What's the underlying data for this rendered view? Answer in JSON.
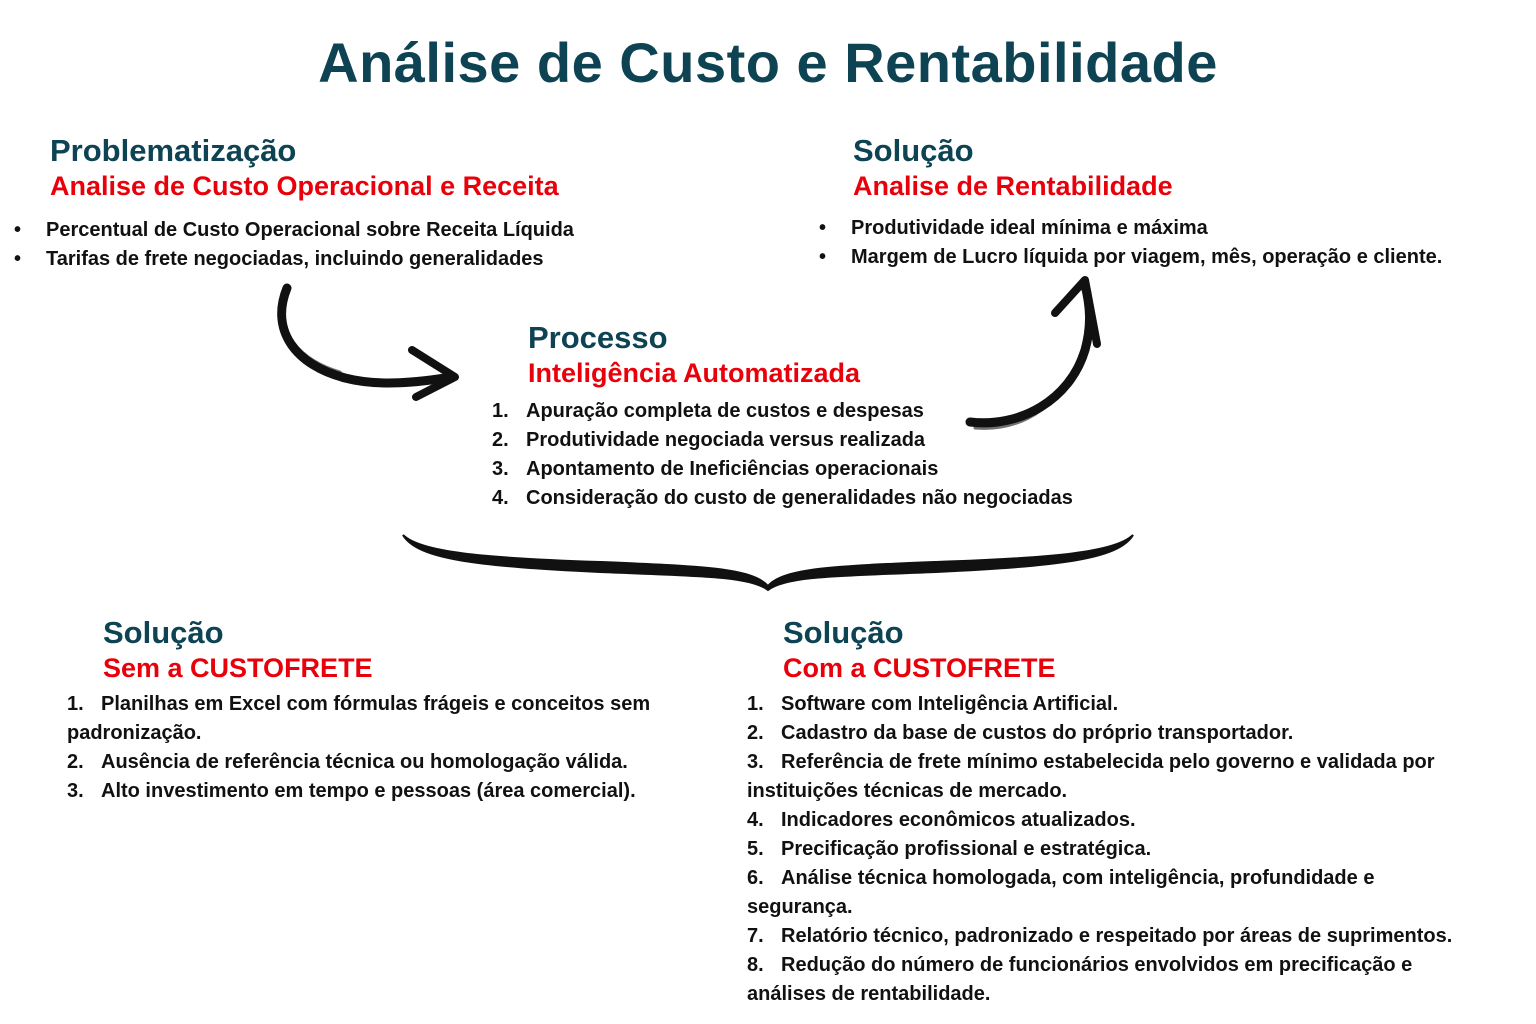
{
  "title": "Análise de Custo e Rentabilidade",
  "problem": {
    "heading": "Problematização",
    "subheading": "Analise de Custo Operacional e Receita",
    "items": [
      "Percentual de Custo Operacional sobre Receita Líquida",
      "Tarifas de frete negociadas, incluindo generalidades"
    ]
  },
  "solution_top": {
    "heading": "Solução",
    "subheading": "Analise de Rentabilidade",
    "items": [
      "Produtividade ideal mínima e máxima",
      "Margem de Lucro líquida por viagem, mês, operação e cliente."
    ]
  },
  "process": {
    "heading": "Processo",
    "subheading": "Inteligência Automatizada",
    "items": [
      {
        "num": "1.",
        "text": "Apuração completa de custos e despesas"
      },
      {
        "num": "2.",
        "text": "Produtividade negociada versus realizada"
      },
      {
        "num": "3.",
        "text": "Apontamento de Ineficiências operacionais"
      },
      {
        "num": "4.",
        "text": "Consideração do custo de generalidades não negociadas"
      }
    ]
  },
  "without": {
    "heading": "Solução",
    "subheading": "Sem a CUSTOFRETE",
    "items": [
      {
        "num": "1.",
        "text": "Planilhas em Excel com fórmulas frágeis e conceitos sem padronização."
      },
      {
        "num": "2.",
        "text": "Ausência de referência técnica ou homologação válida."
      },
      {
        "num": "3.",
        "text": "Alto investimento em tempo e pessoas (área comercial)."
      }
    ]
  },
  "with": {
    "heading": "Solução",
    "subheading": "Com a CUSTOFRETE",
    "items": [
      {
        "num": "1.",
        "text": "Software com Inteligência Artificial."
      },
      {
        "num": "2.",
        "text": "Cadastro da base de custos do próprio transportador."
      },
      {
        "num": "3.",
        "text": "Referência de frete mínimo estabelecida pelo governo e validada por instituições técnicas de mercado."
      },
      {
        "num": "4.",
        "text": "Indicadores econômicos atualizados."
      },
      {
        "num": "5.",
        "text": "Precificação profissional e estratégica."
      },
      {
        "num": "6.",
        "text": "Análise técnica homologada, com inteligência, profundidade e segurança."
      },
      {
        "num": "7.",
        "text": "Relatório técnico, padronizado e respeitado por áreas de suprimentos."
      },
      {
        "num": "8.",
        "text": "Redução do número de funcionários envolvidos em precificação e análises de rentabilidade."
      }
    ]
  },
  "colors": {
    "heading": "#0d4352",
    "accent": "#e8000b",
    "text": "#111111"
  }
}
